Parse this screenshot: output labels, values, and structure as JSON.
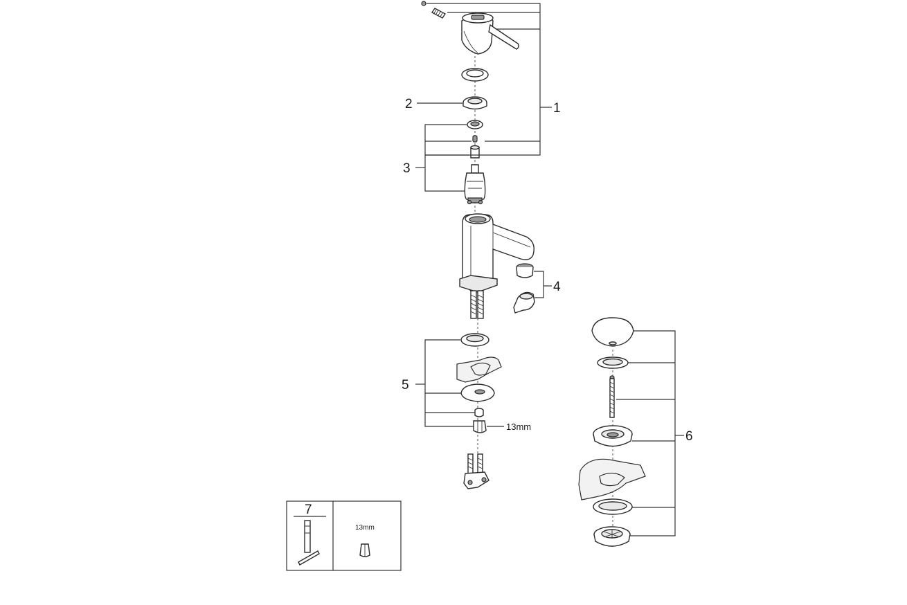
{
  "callouts": {
    "c1": "1",
    "c2": "2",
    "c3": "3",
    "c4": "4",
    "c5": "5",
    "c6": "6",
    "c7": "7"
  },
  "dimensions": {
    "nut_size": "13mm",
    "tool_nut_size": "13mm"
  },
  "colors": {
    "line": "#2a2a2a",
    "background": "#ffffff",
    "fill_light": "#e9e9e9"
  }
}
